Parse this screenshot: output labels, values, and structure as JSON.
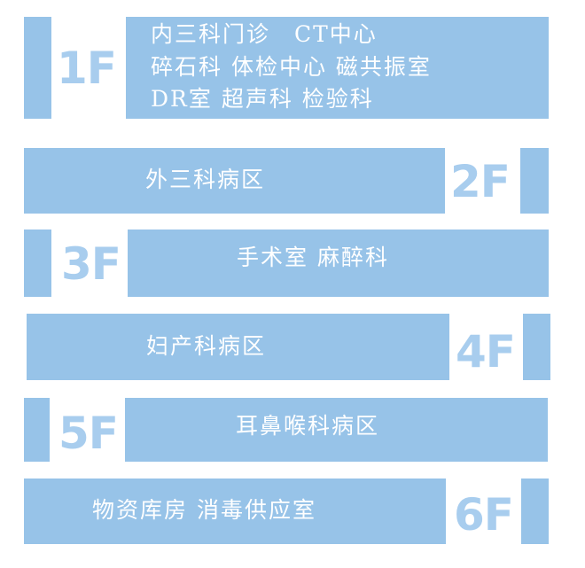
{
  "floors": [
    {
      "label": "1F",
      "lines": [
        "内三科门诊　CT中心",
        "碎石科 体检中心 磁共振室",
        "DR室 超声科 检验科"
      ]
    },
    {
      "label": "2F",
      "lines": [
        "外三科病区"
      ]
    },
    {
      "label": "3F",
      "lines": [
        "手术室 麻醉科"
      ]
    },
    {
      "label": "4F",
      "lines": [
        "妇产科病区"
      ]
    },
    {
      "label": "5F",
      "lines": [
        "耳鼻喉科病区"
      ]
    },
    {
      "label": "6F",
      "lines": [
        "物资库房 消毒供应室"
      ]
    }
  ],
  "colors": {
    "bar": "#97c3e8",
    "label": "#a8cdee",
    "text": "#ffffff"
  }
}
